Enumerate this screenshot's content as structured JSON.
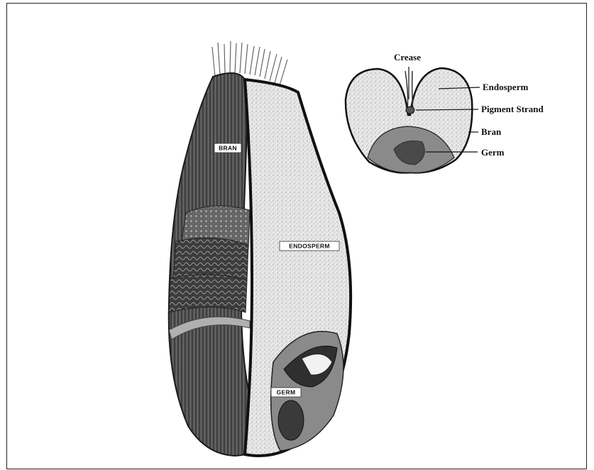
{
  "longitudinal_section": {
    "labels": {
      "bran": "BRAN",
      "endosperm": "ENDOSPERM",
      "germ": "GERM"
    }
  },
  "cross_section": {
    "labels": {
      "crease": "Crease",
      "endosperm": "Endosperm",
      "pigment_strand": "Pigment Strand",
      "bran": "Bran",
      "germ": "Germ"
    }
  },
  "colors": {
    "frame": "#222222",
    "bran_dark": "#4a4a4a",
    "endosperm_fill": "#e6e6e6",
    "germ_fill": "#8a8a8a"
  }
}
